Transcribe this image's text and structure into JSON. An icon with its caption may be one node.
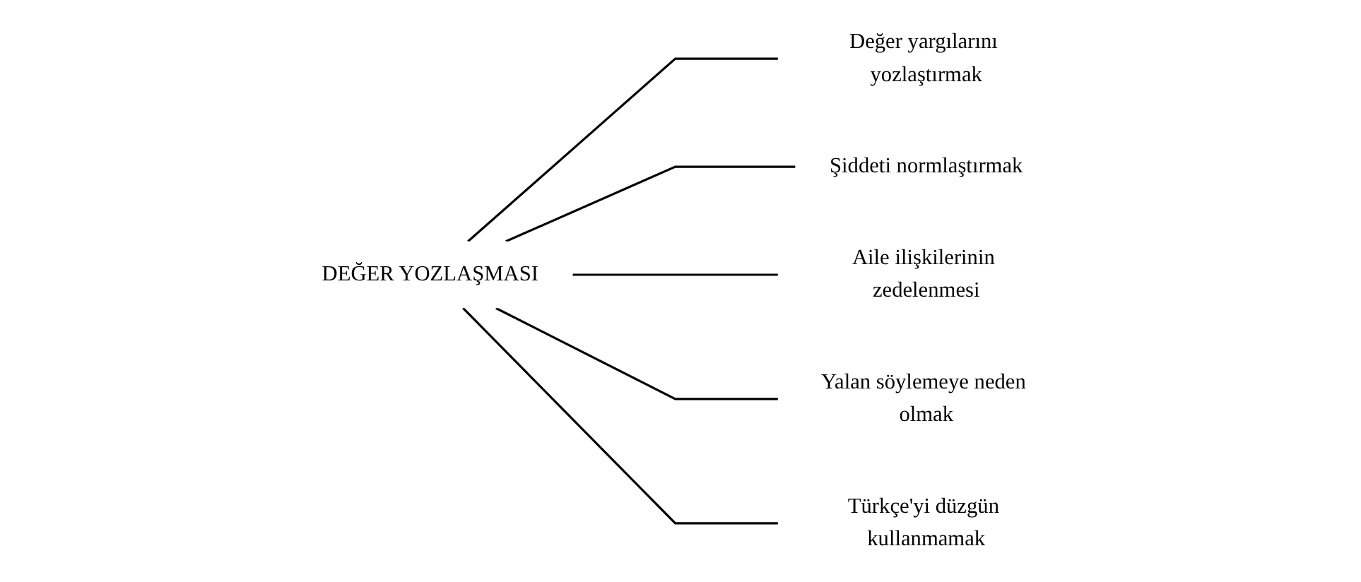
{
  "diagram": {
    "nodes": [
      {
        "text": [
          "DEĞER YOZLAŞMASI"
        ]
      },
      {
        "text": [
          "Değer yargılarını yozlaştırmak"
        ]
      },
      {
        "text": [
          "Şiddeti normlaştırmak"
        ]
      },
      {
        "text": [
          "Aile ilişkilerinin zedelenmesi"
        ]
      },
      {
        "text": [
          "Yalan söylemeye neden olmak"
        ]
      },
      {
        "text": [
          "Türkçe'yi düzgün kullanmamak"
        ]
      }
    ],
    "edges": [
      {
        "from": 0,
        "to": 1,
        "arrow": "none"
      },
      {
        "from": 0,
        "to": 2,
        "arrow": "none"
      },
      {
        "from": 0,
        "to": 3,
        "arrow": "none"
      },
      {
        "from": 0,
        "to": 4,
        "arrow": "none"
      },
      {
        "from": 0,
        "to": 5,
        "arrow": "none"
      }
    ]
  }
}
